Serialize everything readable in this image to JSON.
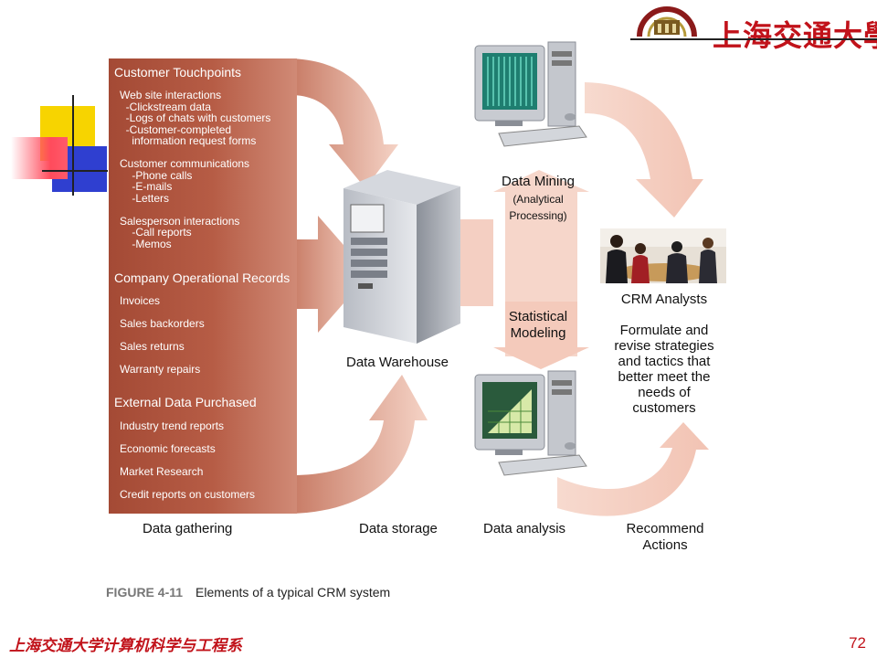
{
  "header": {
    "university_logo_text": "上海交通大學"
  },
  "gathering": {
    "touchpoints_title": "Customer Touchpoints",
    "touchpoints_text": "Web site interactions\n  -Clickstream data\n  -Logs of chats with customers\n  -Customer-completed\n    information request forms\n\nCustomer communications\n    -Phone calls\n    -E-mails\n    -Letters\n\nSalesperson interactions\n    -Call reports\n    -Memos",
    "operational_title": "Company Operational Records",
    "operational_items": [
      "Invoices",
      "Sales backorders",
      "Sales returns",
      "Warranty repairs"
    ],
    "external_title": "External Data Purchased",
    "external_items": [
      "Industry trend reports",
      "Economic forecasts",
      "Market Research",
      "Credit reports on customers"
    ]
  },
  "warehouse": {
    "label": "Data Warehouse"
  },
  "analysis": {
    "mining_title": "Data Mining",
    "mining_sub1": "(Analytical",
    "mining_sub2": "Processing)",
    "stat_line1": "Statistical",
    "stat_line2": "Modeling"
  },
  "crm": {
    "title": "CRM Analysts",
    "desc_lines": [
      "Formulate and",
      "revise strategies",
      "and tactics that",
      "better meet the",
      "needs of",
      "customers"
    ]
  },
  "stages": {
    "gathering": "Data gathering",
    "storage": "Data storage",
    "analysis": "Data analysis",
    "recommend_line1": "Recommend",
    "recommend_line2": "Actions"
  },
  "caption": {
    "figure_number": "FIGURE 4-11",
    "text": "Elements of a typical CRM system"
  },
  "footer": {
    "dept_text": "上海交通大学计算机科学与工程系",
    "page": "72"
  },
  "colors": {
    "panel": "#b25a43",
    "arrow": "#f2c7b8",
    "accent": "#c1121a"
  }
}
